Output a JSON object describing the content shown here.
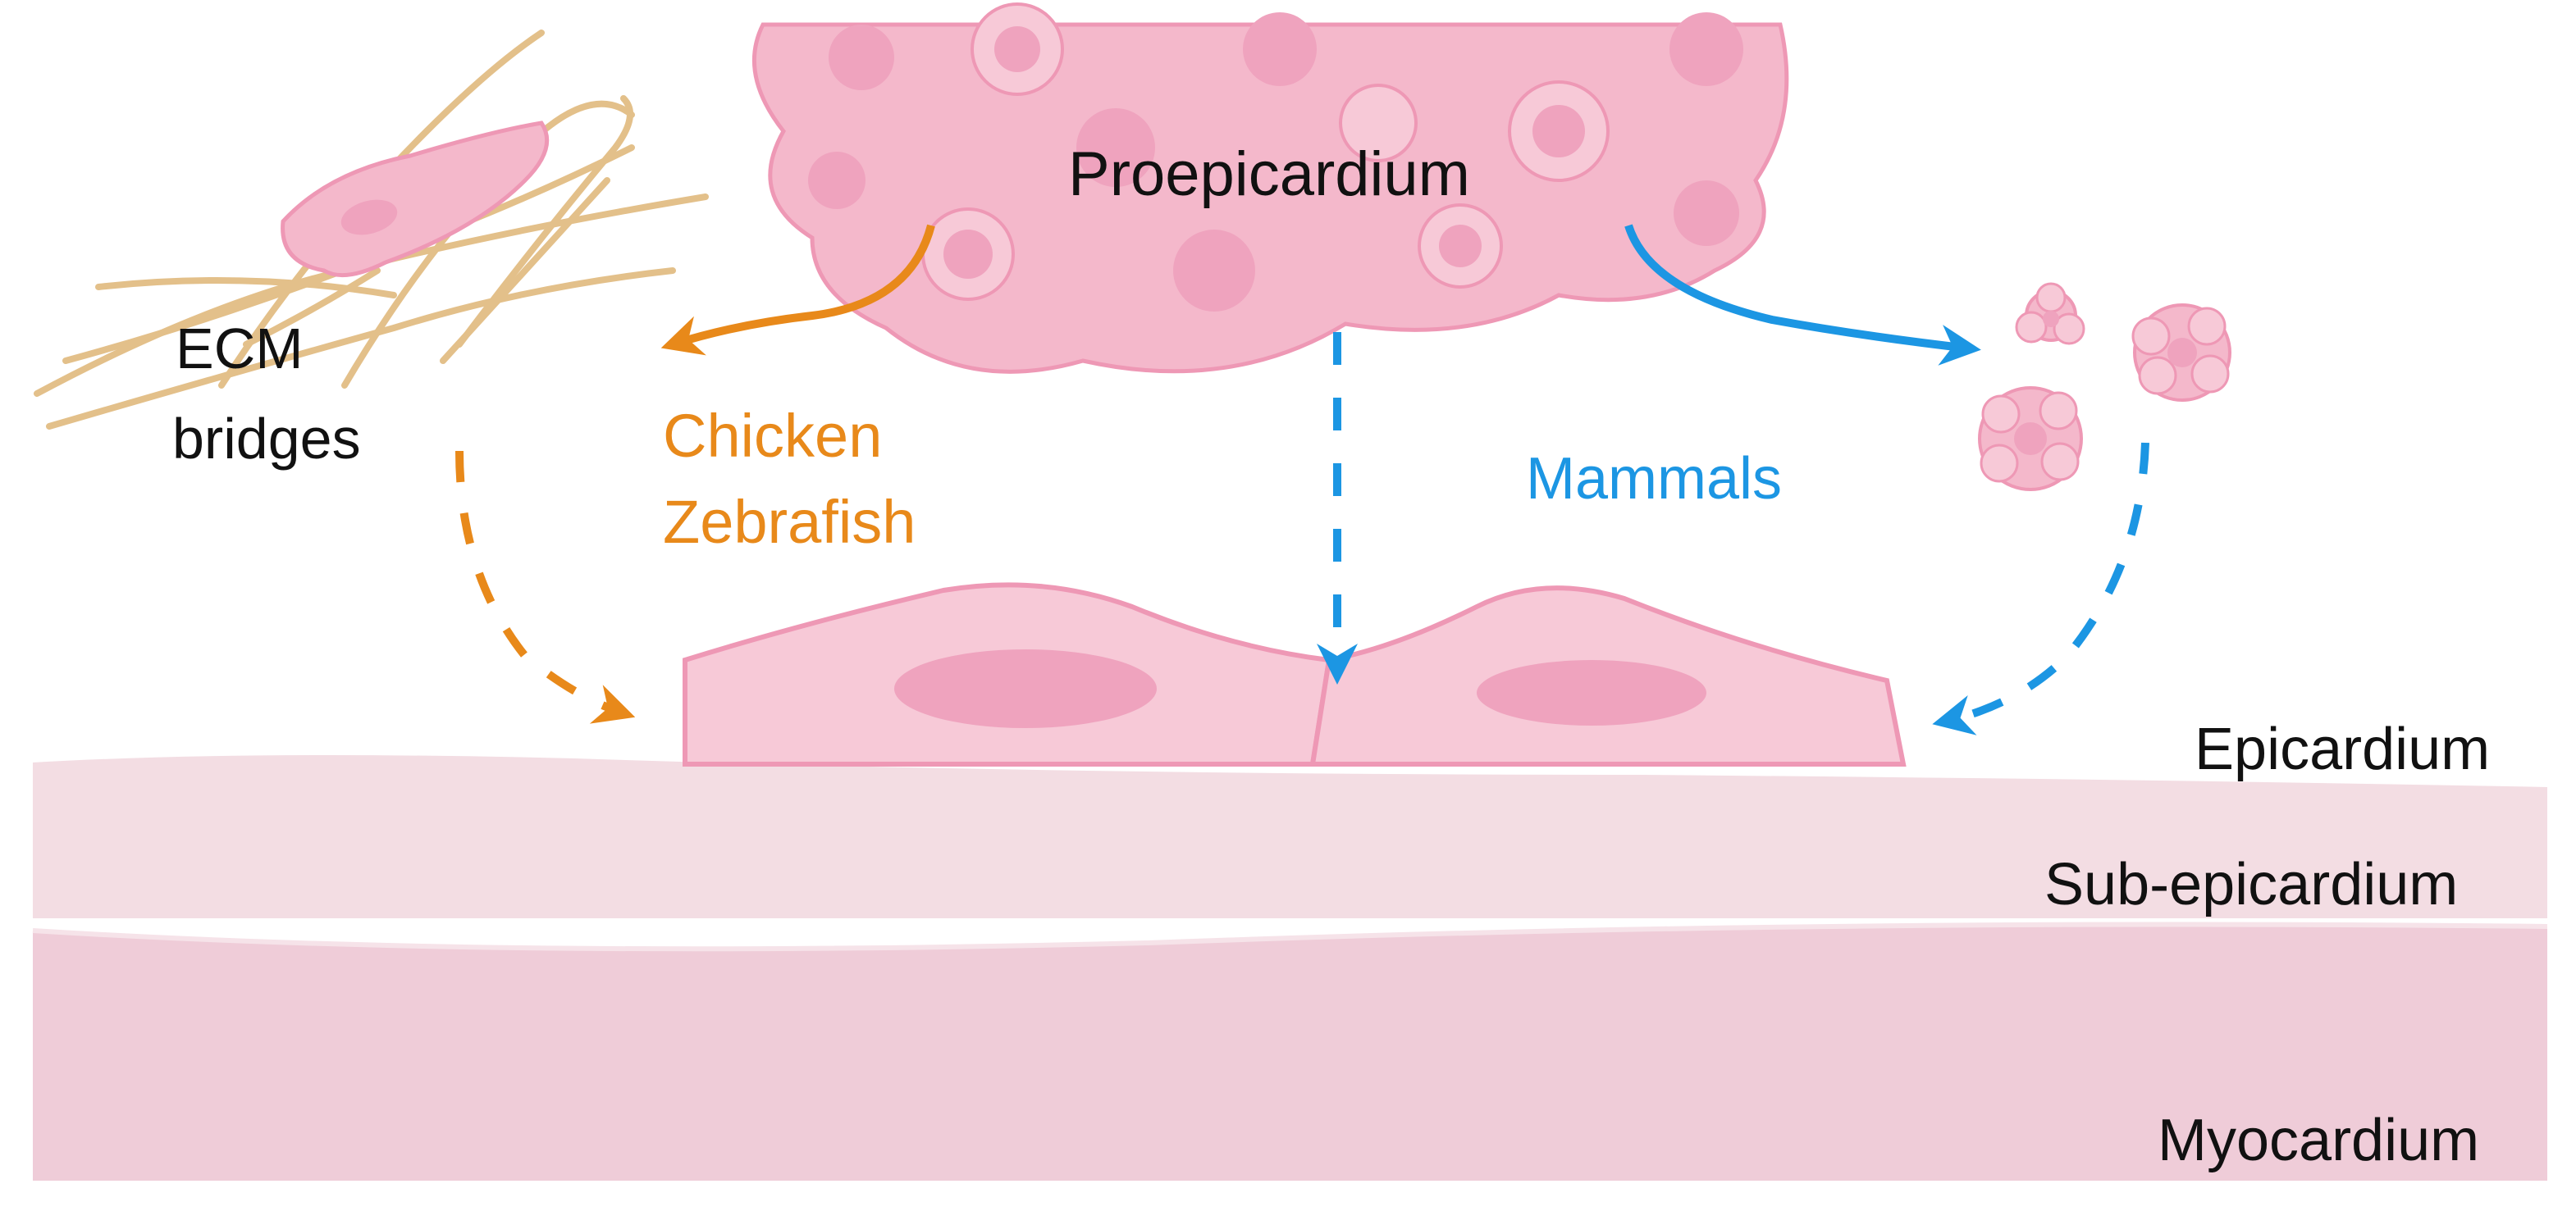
{
  "labels": {
    "proepicardium": "Proepicardium",
    "ecm_line1": "ECM",
    "ecm_line2": "bridges",
    "chicken": "Chicken",
    "zebrafish": "Zebrafish",
    "mammals": "Mammals",
    "epicardium": "Epicardium",
    "sub_epicardium": "Sub-epicardium",
    "myocardium": "Myocardium"
  },
  "colors": {
    "orange": "#E8891A",
    "blue": "#1C96E3",
    "cell_pink": "#F4B8CB",
    "cell_light": "#F7C9D7",
    "nucleus": "#EFA3BE",
    "cell_outline": "#EE98B5",
    "fiber": "#E3C08A",
    "epicardium_layer": "#F4DCE3",
    "sub_epicardium_layer": "#F3DDE3",
    "myocardium_layer": "#EFCCD8"
  },
  "icons": [
    "pathway-arrow",
    "dashed-migration-arrow",
    "cell-cluster",
    "ecm-fibers",
    "epicardial-cell"
  ]
}
